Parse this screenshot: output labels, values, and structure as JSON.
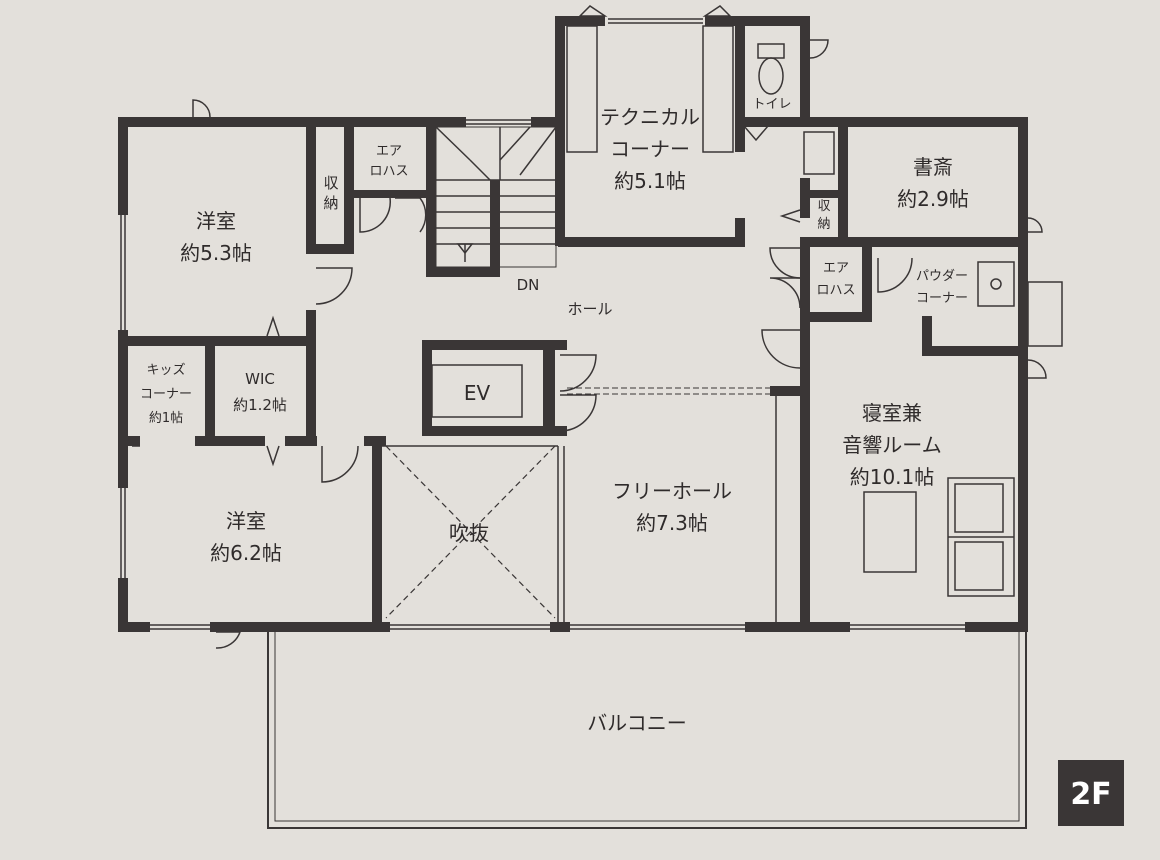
{
  "floor": "2F",
  "rooms": {
    "western_room_1": [
      "洋室",
      "約5.3帖"
    ],
    "storage_1": [
      "収",
      "納"
    ],
    "aircon_1": [
      "エア",
      "ロハス"
    ],
    "technical_corner": [
      "テクニカル",
      "コーナー",
      "約5.1帖"
    ],
    "toilet": "トイレ",
    "study": [
      "書斎",
      "約2.9帖"
    ],
    "storage_2": [
      "収",
      "納"
    ],
    "aircon_2": [
      "エア",
      "ロハス"
    ],
    "powder_corner": [
      "パウダー",
      "コーナー"
    ],
    "stairs_dn": "DN",
    "hall": "ホール",
    "kids_corner": [
      "キッズ",
      "コーナー",
      "約1帖"
    ],
    "wic": [
      "WIC",
      "約1.2帖"
    ],
    "elevator": "EV",
    "western_room_2": [
      "洋室",
      "約6.2帖"
    ],
    "void": "吹抜",
    "free_hall": [
      "フリーホール",
      "約7.3帖"
    ],
    "bedroom": [
      "寝室兼",
      "音響ルーム",
      "約10.1帖"
    ],
    "balcony": "バルコニー"
  }
}
